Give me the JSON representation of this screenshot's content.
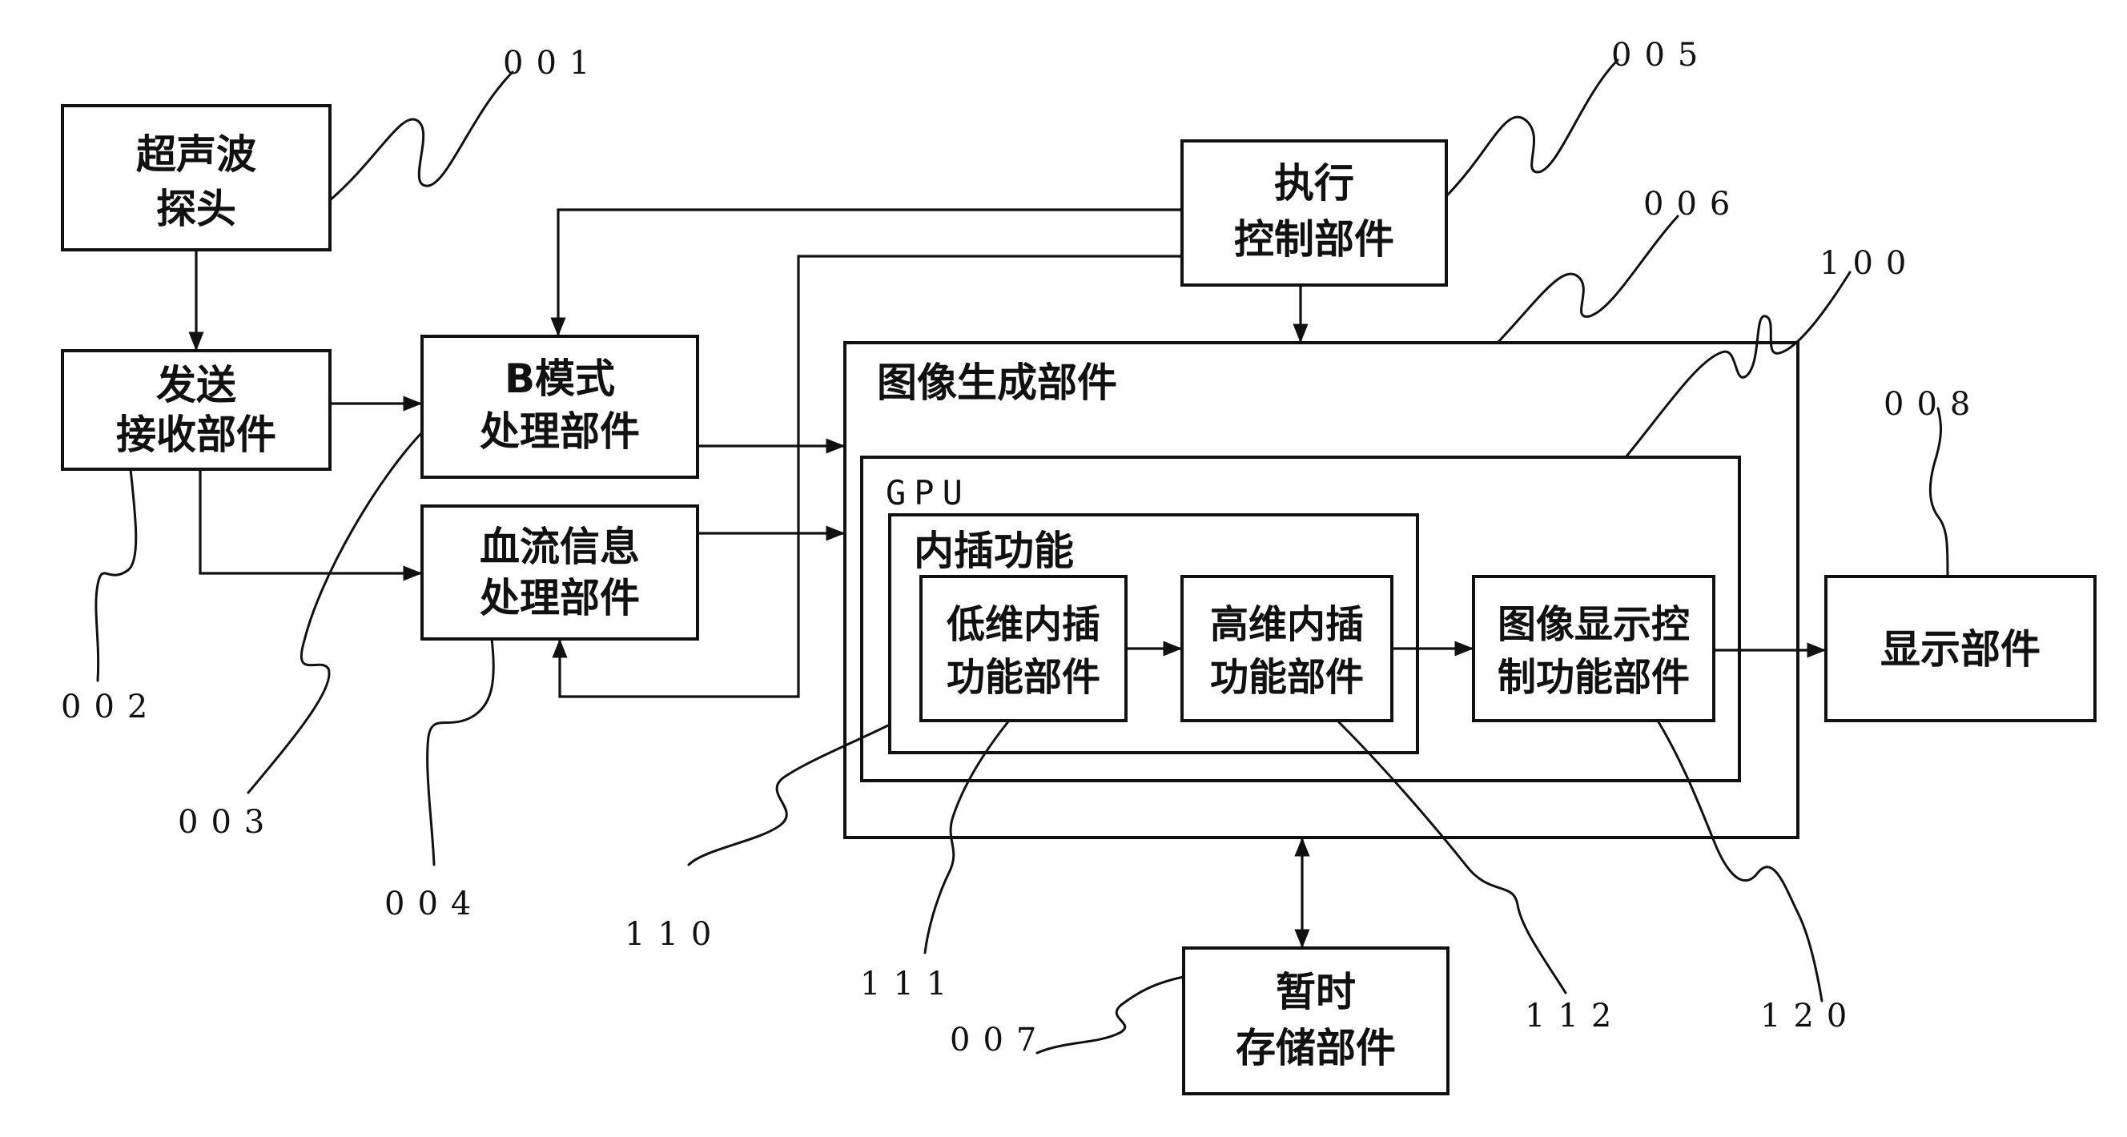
{
  "blocks": {
    "probe": [
      "超声波",
      "探头"
    ],
    "transceiver": [
      "发送",
      "接收部件"
    ],
    "bmode": [
      "B模式",
      "处理部件"
    ],
    "bloodflow": [
      "血流信息",
      "处理部件"
    ],
    "exec_control": [
      "执行",
      "控制部件"
    ],
    "image_gen": "图像生成部件",
    "gpu": "GPU",
    "interp": "内插功能",
    "low_interp": [
      "低维内插",
      "功能部件"
    ],
    "high_interp": [
      "高维内插",
      "功能部件"
    ],
    "img_display_ctrl": [
      "图像显示控",
      "制功能部件"
    ],
    "display": "显示部件",
    "temp_storage": [
      "暂时",
      "存储部件"
    ]
  },
  "refs": {
    "r001": "001",
    "r002": "002",
    "r003": "003",
    "r004": "004",
    "r005": "005",
    "r006": "006",
    "r007": "007",
    "r008": "008",
    "r100": "100",
    "r110": "110",
    "r111": "111",
    "r112": "112",
    "r120": "120"
  }
}
